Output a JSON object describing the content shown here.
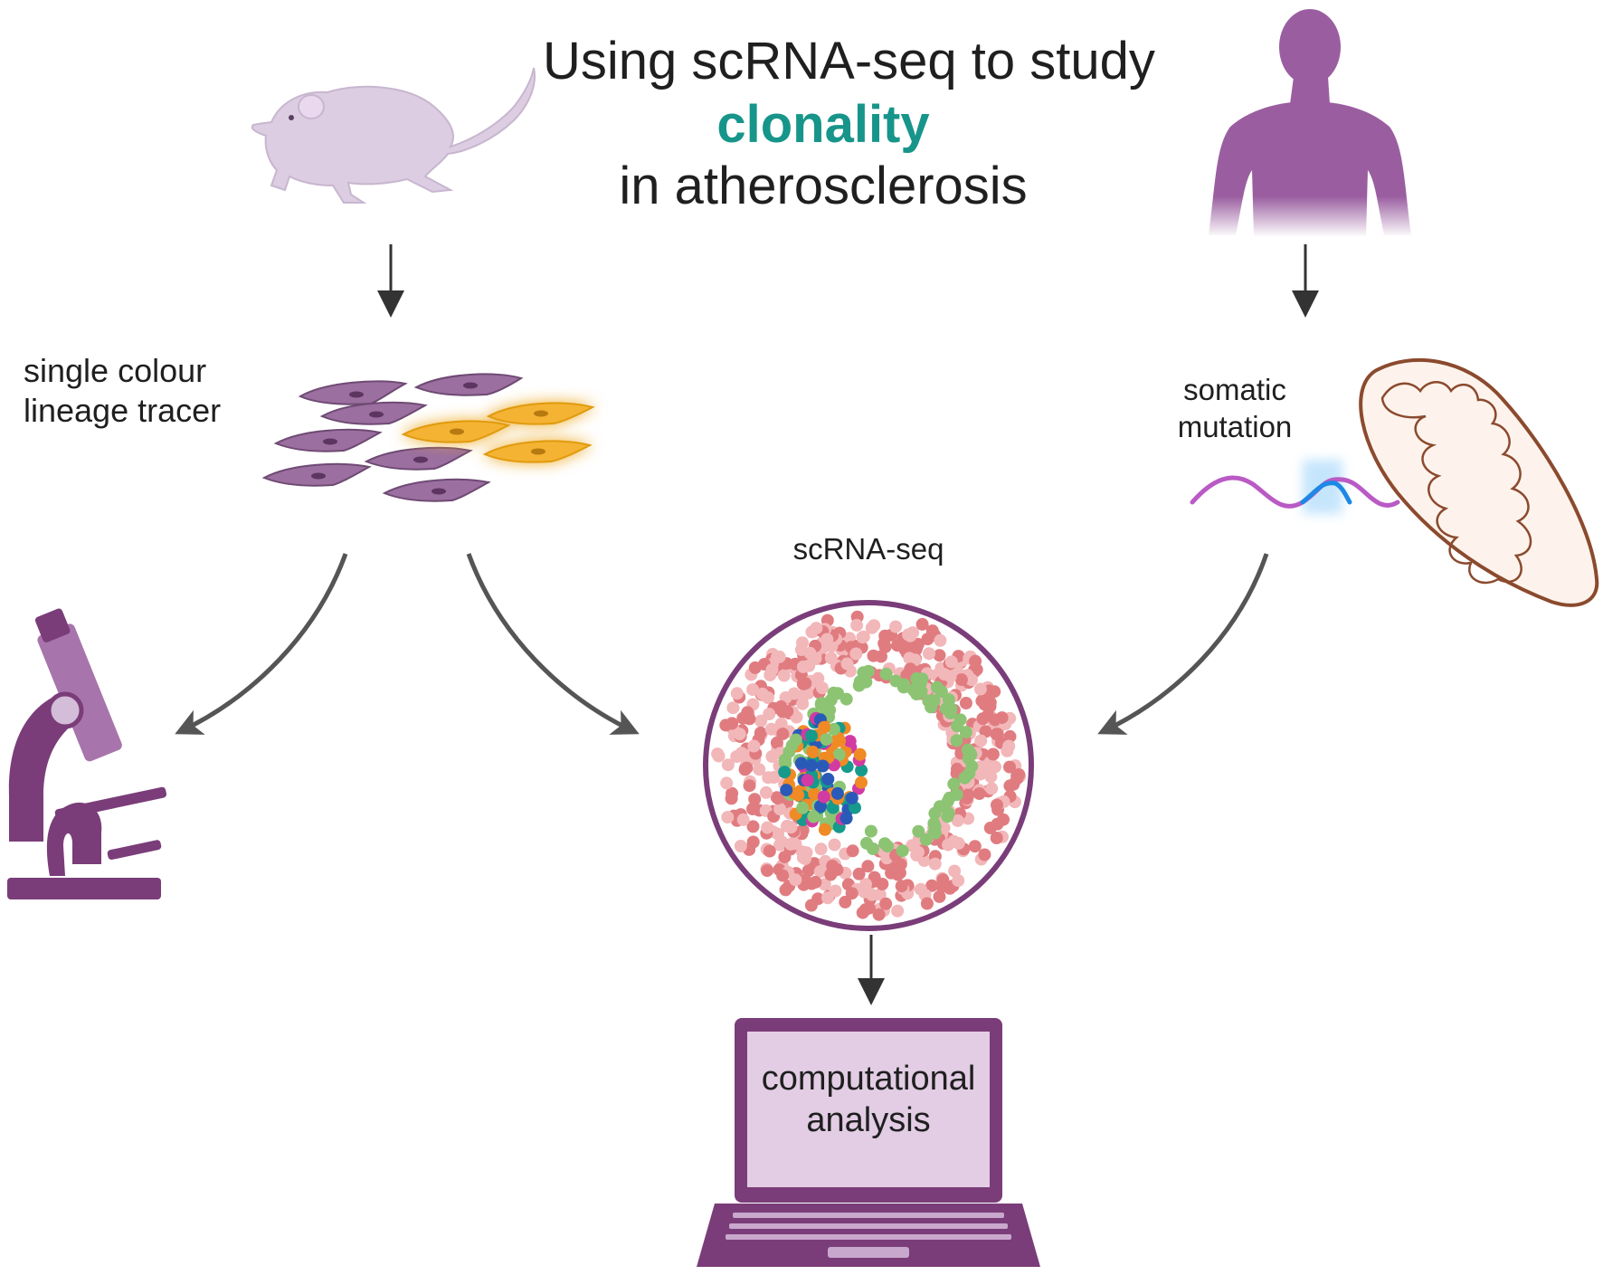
{
  "title": {
    "line1": "Using scRNA-seq to study",
    "line2": "clonality",
    "line3": "in atherosclerosis"
  },
  "labels": {
    "lineage_tracer": "single colour lineage tracer",
    "somatic_mutation": "somatic mutation",
    "scrna_seq": "scRNA-seq",
    "computational_analysis": "computational analysis"
  },
  "icons": {
    "mouse": "mouse-icon",
    "human": "human-torso-icon",
    "cells": "cell-cluster-icon",
    "mitochondrion": "mitochondrion-icon",
    "dna": "rna-strand-icon",
    "microscope": "microscope-icon",
    "cluster_plot": "umap-plot-icon",
    "laptop": "laptop-icon"
  },
  "colors": {
    "text": "#1f1f1f",
    "accent_teal": "#17958a",
    "purple_dark": "#7a3d79",
    "purple_body": "#9a5ea0",
    "purple_light": "#d3bdd8",
    "cell_purple": "#9b6fa0",
    "cell_orange": "#f4b331",
    "arrow": "#333333",
    "mito_outline": "#8b4a2e",
    "mito_fill": "#fdf3ec",
    "dna_purple": "#b95ac5",
    "dna_blue": "#1e88e5",
    "dot_pink": "#f2b7b9",
    "dot_red": "#e07c80",
    "dot_green": "#8cc474",
    "dot_orange": "#ef8a25",
    "dot_blue": "#2a5ab8",
    "dot_teal": "#159a8c",
    "dot_magenta": "#d13ba2"
  }
}
